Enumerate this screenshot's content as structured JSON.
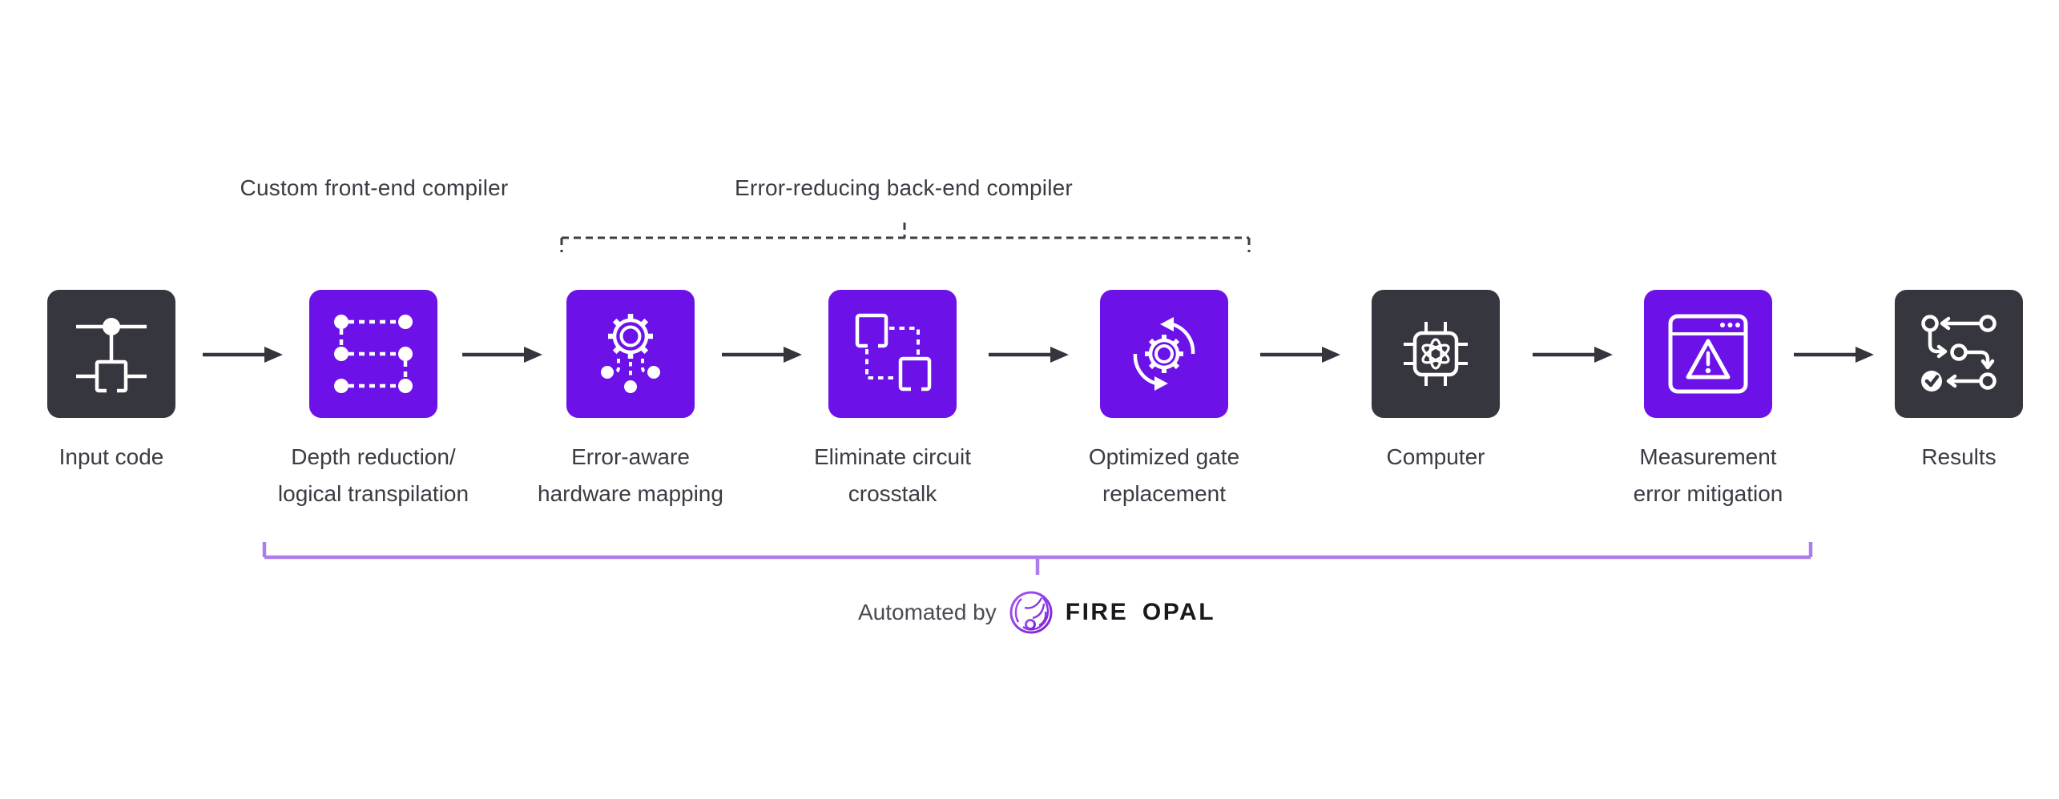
{
  "header": {
    "front_end_compiler_label": "Custom front-end compiler",
    "back_end_compiler_label": "Error-reducing back-end compiler"
  },
  "pipeline": {
    "stations": [
      {
        "line1": "Input code",
        "line2": "",
        "style": "dark",
        "icon": "quantum-circuit-icon"
      },
      {
        "line1": "Depth reduction/",
        "line2": "logical transpilation",
        "style": "purple",
        "icon": "qubit-path-icon"
      },
      {
        "line1": "Error-aware",
        "line2": "hardware mapping",
        "style": "purple",
        "icon": "gear-mapping-icon"
      },
      {
        "line1": "Eliminate circuit",
        "line2": "crosstalk",
        "style": "purple",
        "icon": "gate-swap-icon"
      },
      {
        "line1": "Optimized gate",
        "line2": "replacement",
        "style": "purple",
        "icon": "gear-cycle-icon"
      },
      {
        "line1": "Computer",
        "line2": "",
        "style": "dark",
        "icon": "quantum-chip-icon"
      },
      {
        "line1": "Measurement",
        "line2": "error mitigation",
        "style": "purple",
        "icon": "window-warning-icon"
      },
      {
        "line1": "Results",
        "line2": "",
        "style": "dark",
        "icon": "workflow-check-icon"
      }
    ]
  },
  "footer": {
    "automated_by_label": "Automated by",
    "brand_name": "FIRE OPAL"
  },
  "colors": {
    "box_purple": "#6C12E9",
    "box_dark": "#36363E",
    "bracket_purple": "#AD7DEB",
    "text_dark": "#3B3B44",
    "arrow_dark": "#35353D",
    "footer_text_gray": "#4B4B54",
    "brand_text": "#18181D",
    "logo_gradient_start": "#A658F2",
    "logo_gradient_end": "#7A1FD9"
  }
}
